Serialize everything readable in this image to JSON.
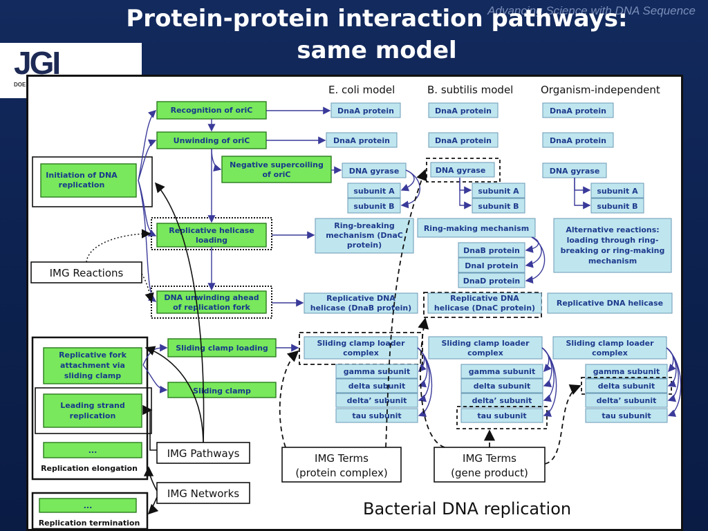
{
  "slide": {
    "tagline": "Advancing Science with DNA Sequence",
    "title_line1": "Protein-protein interaction pathways:",
    "title_line2": "same model",
    "logo_text": "JGI",
    "logo_subtext": "DOE"
  },
  "headers": {
    "ecoli": "E. coli model",
    "bsub": "B. subtilis model",
    "indep": "Organism-independent"
  },
  "reactions": [
    "Recognition of oriC",
    "Unwinding of oriC",
    [
      "Negative supercoiling",
      "of oriC"
    ],
    [
      "Replicative helicase",
      "loading"
    ],
    [
      "DNA unwinding ahead",
      "of replication fork"
    ],
    "Sliding clamp loading",
    "Sliding clamp"
  ],
  "pathways": {
    "initiation": [
      "Initiation of DNA",
      "replication"
    ],
    "fork": [
      "Replicative fork",
      "attachment via",
      "sliding clamp"
    ],
    "leading": [
      "Leading strand",
      "replication"
    ],
    "ellipsis1": "...",
    "elongation": "Replication elongation",
    "ellipsis2": "...",
    "termination": "Replication termination"
  },
  "ecoli": {
    "dnaA1": "DnaA protein",
    "dnaA2": "DnaA protein",
    "gyrase": "DNA gyrase",
    "subA": "subunit A",
    "subB": "subunit B",
    "ringbreak": [
      "Ring-breaking",
      "mechanism (DnaC",
      "protein)"
    ],
    "helicase": [
      "Replicative DNA",
      "helicase (DnaB protein)"
    ],
    "clamp_loader": [
      "Sliding clamp loader",
      "complex"
    ],
    "gamma": "gamma subunit",
    "delta": "delta subunit",
    "deltap": "delta’ subunit",
    "tau": "tau subunit"
  },
  "bsub": {
    "dnaA1": "DnaA protein",
    "dnaA2": "DnaA protein",
    "gyrase": "DNA gyrase",
    "subA": "subunit A",
    "subB": "subunit B",
    "ringmake": "Ring-making mechanism",
    "dnaB": "DnaB protein",
    "dnaI": "DnaI protein",
    "dnaD": "DnaD protein",
    "helicase": [
      "Replicative DNA",
      "helicase (DnaC protein)"
    ],
    "clamp_loader": [
      "Sliding clamp loader",
      "complex"
    ],
    "gamma": "gamma subunit",
    "delta": "delta subunit",
    "deltap": "delta’ subunit",
    "tau": "tau subunit"
  },
  "indep": {
    "dnaA1": "DnaA protein",
    "dnaA2": "DnaA protein",
    "gyrase": "DNA gyrase",
    "subA": "subunit A",
    "subB": "subunit B",
    "alt": [
      "Alternative reactions:",
      "loading through ring-",
      "breaking or ring-making",
      "mechanism"
    ],
    "helicase": "Replicative DNA helicase",
    "clamp_loader": [
      "Sliding clamp loader",
      "complex"
    ],
    "gamma": "gamma subunit",
    "delta": "delta subunit",
    "deltap": "delta’ subunit",
    "tau": "tau subunit"
  },
  "labels": {
    "img_reactions": "IMG Reactions",
    "img_pathways": "IMG Pathways",
    "img_networks": "IMG Networks",
    "img_terms_complex": [
      "IMG Terms",
      "(protein complex)"
    ],
    "img_terms_gene": [
      "IMG Terms",
      "(gene product)"
    ],
    "bacterial": "Bacterial DNA replication"
  },
  "colors": {
    "reaction_green": "#79e85c",
    "term_blue": "#bfe6ef",
    "text_blue": "#1d3a8c",
    "arrow": "#3a3a9a"
  }
}
